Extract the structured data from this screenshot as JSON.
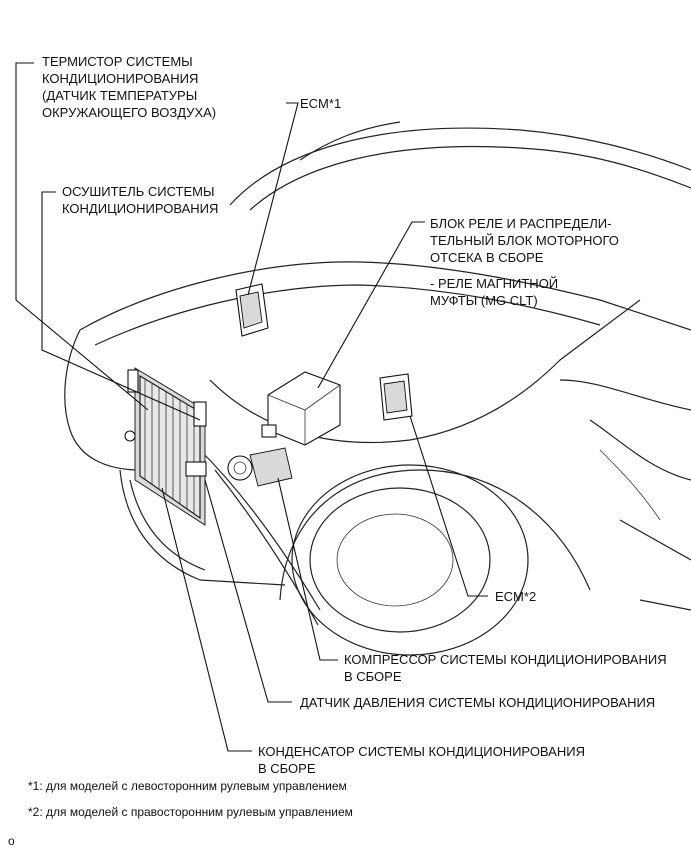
{
  "labels": {
    "thermistor": [
      "ТЕРМИСТОР СИСТЕМЫ",
      "КОНДИЦИОНИРОВАНИЯ",
      "(ДАТЧИК ТЕМПЕРАТУРЫ",
      "ОКРУЖАЮЩЕГО ВОЗДУХА)"
    ],
    "ecm1": "ECM*1",
    "dryer": [
      "ОСУШИТЕЛЬ СИСТЕМЫ",
      "КОНДИЦИОНИРОВАНИЯ"
    ],
    "relay_block": [
      "БЛОК РЕЛЕ И РАСПРЕДЕЛИ-",
      "ТЕЛЬНЫЙ БЛОК МОТОРНОГО",
      "ОТСЕКА В СБОРЕ"
    ],
    "relay_sub": [
      "- РЕЛЕ МАГНИТНОЙ",
      "МУФТЫ (MG CLT)"
    ],
    "ecm2": "ECM*2",
    "compressor": [
      "КОМПРЕССОР СИСТЕМЫ КОНДИЦИОНИРОВАНИЯ",
      "В СБОРЕ"
    ],
    "pressure_sensor": "ДАТЧИК ДАВЛЕНИЯ СИСТЕМЫ КОНДИЦИОНИРОВАНИЯ",
    "condenser": [
      "КОНДЕНСАТОР СИСТЕМЫ КОНДИЦИОНИРОВАНИЯ",
      "В СБОРЕ"
    ]
  },
  "footnotes": [
    "*1: для моделей с левосторонним рулевым управлением",
    "*2: для моделей с правосторонним рулевым управлением"
  ],
  "corner_mark": "o"
}
